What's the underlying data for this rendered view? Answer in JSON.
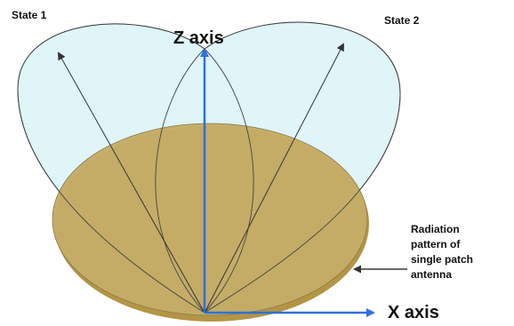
{
  "labels": {
    "state1": "State 1",
    "state2": "State 2",
    "z_axis": "Z axis",
    "x_axis": "X axis",
    "annotation": [
      "Radiation",
      "pattern of",
      "single patch",
      "antenna"
    ]
  },
  "colors": {
    "lobe_fill": "#d9f3f6",
    "lobe_stroke": "#333333",
    "patch_fill": "#c4ac67",
    "patch_edge": "#b39545",
    "axis_color": "#2f6fe0",
    "arrow_color": "#333333"
  },
  "icons": {
    "z_arrow": "arrow-up",
    "x_arrow": "arrow-right",
    "annotation_arrow": "arrow-left"
  }
}
